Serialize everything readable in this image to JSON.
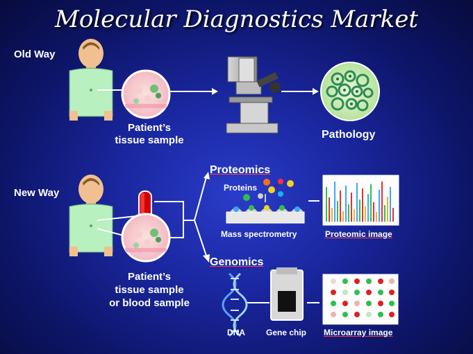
{
  "title": "Molecular Diagnostics Market",
  "old_way": {
    "label": "Old Way",
    "sample_label_1": "Patient’s",
    "sample_label_2": "tissue sample",
    "result_label": "Pathology"
  },
  "new_way": {
    "label": "New Way",
    "sample_label_1": "Patient’s",
    "sample_label_2": "tissue sample",
    "sample_label_3": "or blood sample"
  },
  "proteomics": {
    "heading": "Proteomics",
    "proteins_label": "Proteins",
    "method_label": "Mass spectrometry",
    "image_label": "Proteomic image"
  },
  "genomics": {
    "heading": "Genomics",
    "dna_label": "DNA",
    "chip_label": "Gene chip",
    "image_label": "Microarray image"
  },
  "colors": {
    "background": "#1a27a0",
    "skin": "#f0c090",
    "shirt": "#b8f0c0",
    "accent_red": "#ff4040"
  }
}
